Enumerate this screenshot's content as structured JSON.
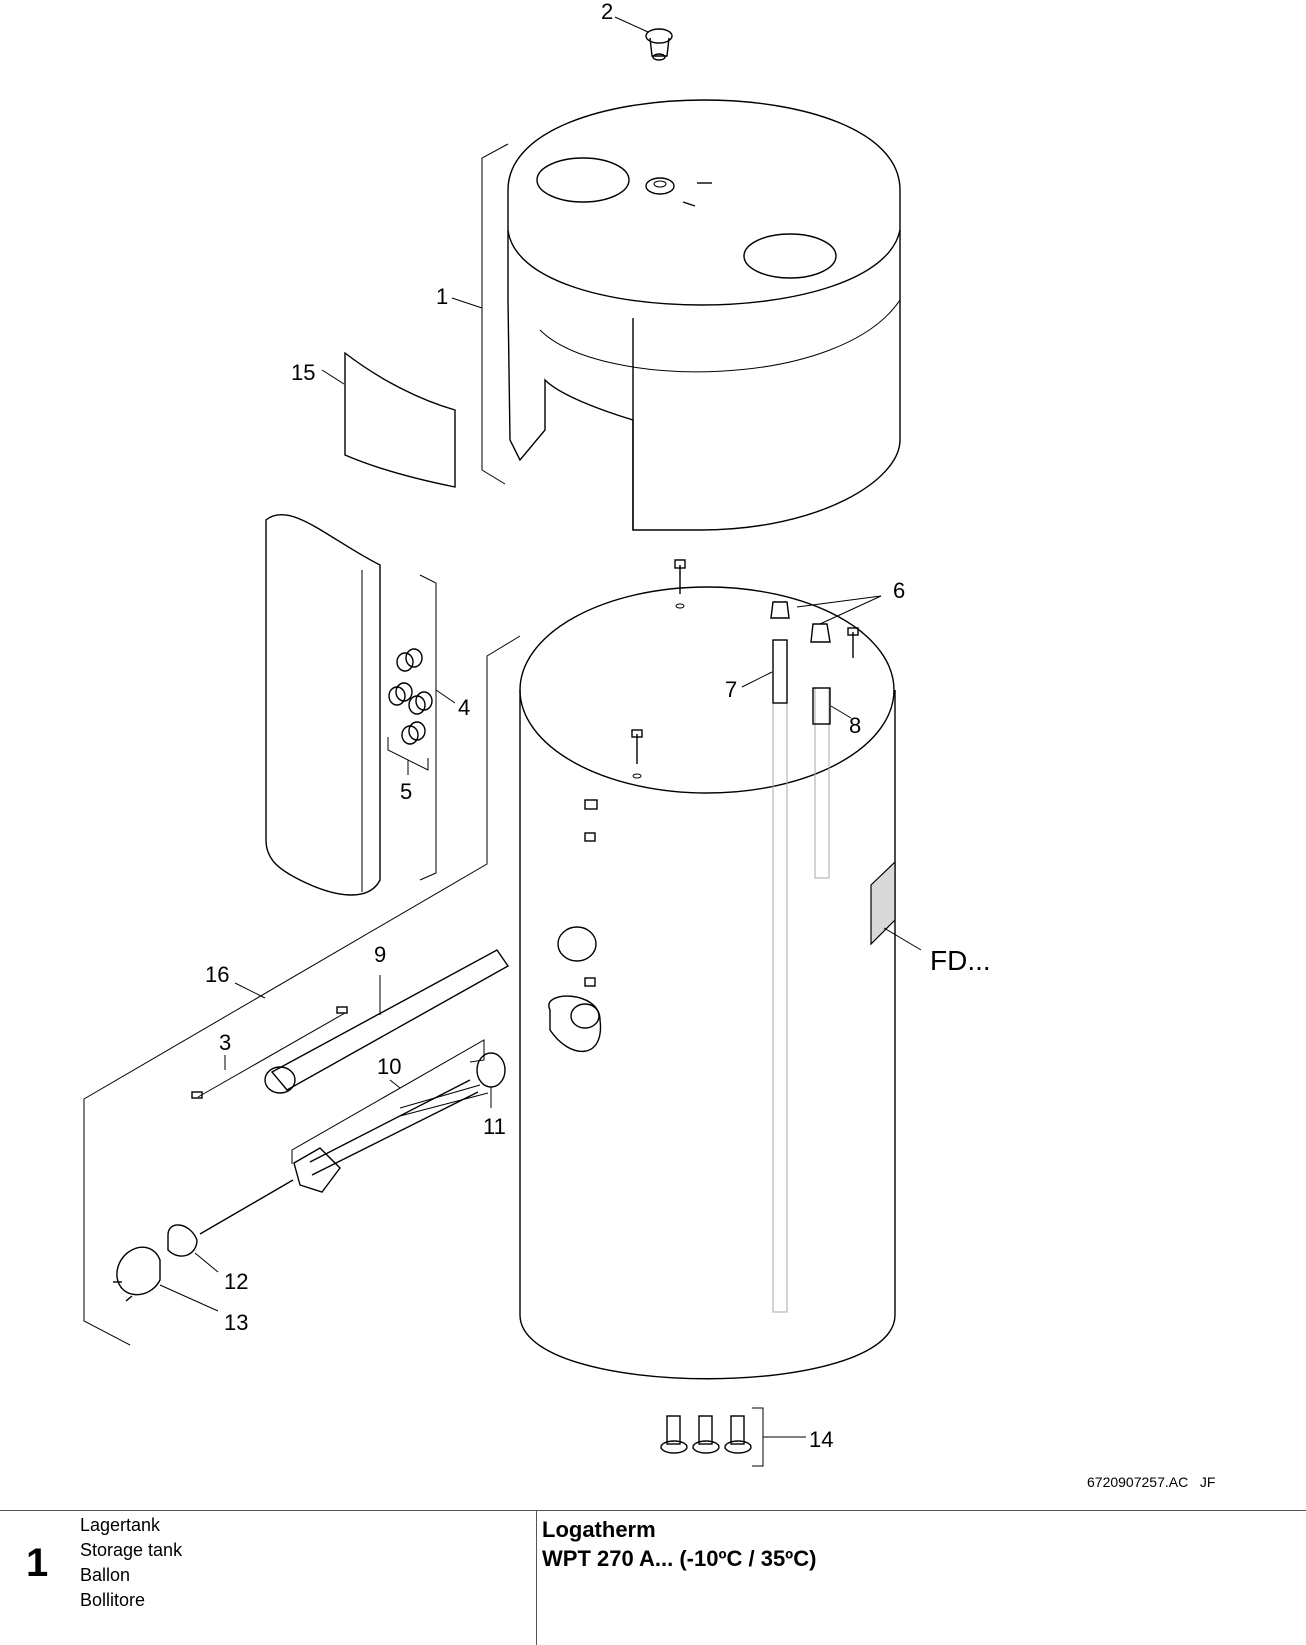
{
  "callouts": {
    "c1": "1",
    "c2": "2",
    "c3": "3",
    "c4": "4",
    "c5": "5",
    "c6": "6",
    "c7": "7",
    "c8": "8",
    "c9": "9",
    "c10": "10",
    "c11": "11",
    "c12": "12",
    "c13": "13",
    "c14": "14",
    "c15": "15",
    "c16": "16",
    "fd": "FD..."
  },
  "drawing_number": "6720907257.AC   JF",
  "title_block": {
    "page_number": "1",
    "part_names": [
      "Lagertank",
      "Storage tank",
      "Ballon",
      "Bollitore"
    ],
    "product_line1": "Logatherm",
    "product_line2": "WPT 270 A... (-10ºC / 35ºC)"
  }
}
